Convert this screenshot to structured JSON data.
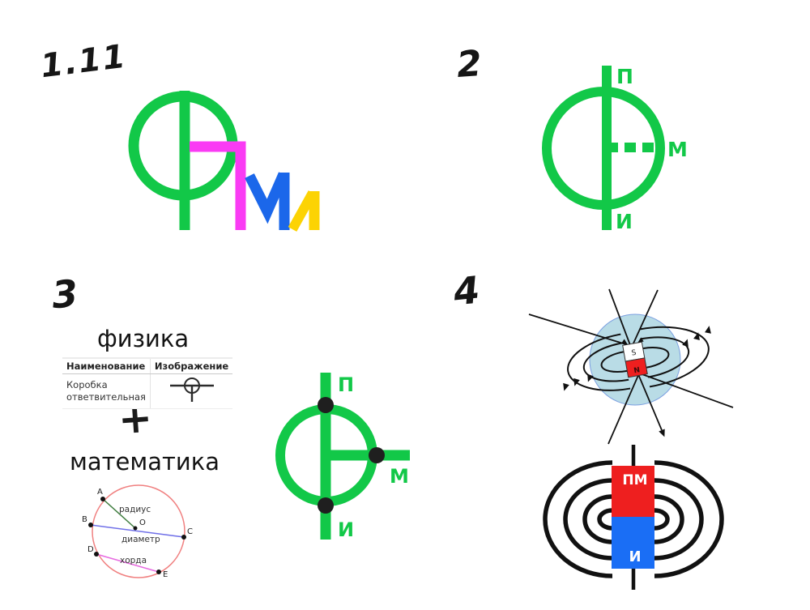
{
  "page": {
    "background": "#ffffff"
  },
  "colors": {
    "logo_green": "#12c848",
    "logo_magenta": "#fa3bf4",
    "logo_blue": "#1b67ea",
    "logo_yellow": "#fcd303",
    "ink_black": "#161616",
    "magnet_red": "#ee1f1f",
    "magnet_blue": "#1a6ef5",
    "earth_fill": "#b9dce6",
    "earth_stroke": "#7b9fe0",
    "geometry_circle": "#f08080",
    "geometry_radius": "#3f7d3f",
    "geometry_diameter": "#7070e8",
    "geometry_chord": "#e76be0"
  },
  "q1": {
    "number": "1.11"
  },
  "q2": {
    "number": "2",
    "labels": {
      "p": "П",
      "m": "М",
      "i": "И"
    }
  },
  "q3": {
    "number": "3",
    "physics_title": "физика",
    "plus": "+",
    "math_title": "математика",
    "table": {
      "headers": [
        "Наименование",
        "Изображение"
      ],
      "row_name": "Коробка ответвительная"
    },
    "geometry": {
      "points": {
        "a": "A",
        "b": "B",
        "c": "C",
        "d": "D",
        "e": "E",
        "o": "O"
      },
      "radius_label": "радиус",
      "diameter_label": "диаметр",
      "chord_label": "хорда"
    },
    "labels": {
      "p": "П",
      "m": "М",
      "i": "И"
    }
  },
  "q4": {
    "number": "4",
    "earth_magnet": {
      "south": "S",
      "north": "N"
    },
    "bar_magnet": {
      "top": "ПМ",
      "bottom": "И"
    }
  }
}
